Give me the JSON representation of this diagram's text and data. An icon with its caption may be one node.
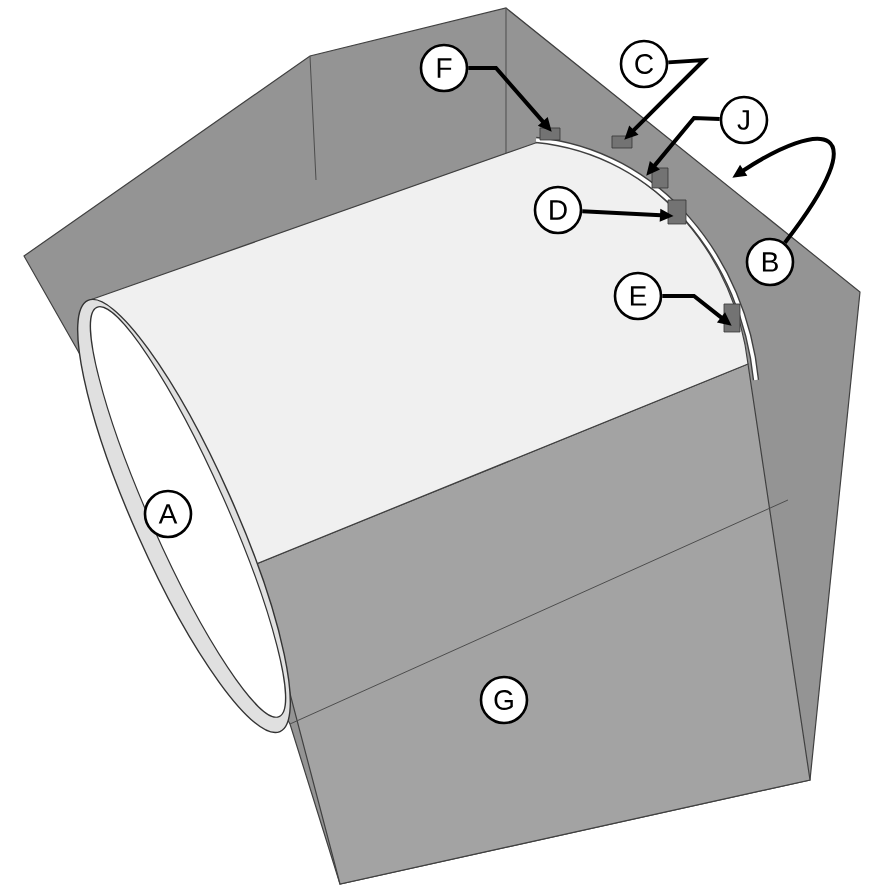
{
  "diagram": {
    "nodes": [
      {
        "text": [
          "F"
        ]
      },
      {
        "text": [
          "C"
        ]
      },
      {
        "text": [
          "J"
        ]
      },
      {
        "text": [
          "D"
        ]
      },
      {
        "text": [
          "B"
        ]
      },
      {
        "text": [
          "E"
        ]
      },
      {
        "text": [
          "A"
        ]
      },
      {
        "text": [
          "G"
        ]
      }
    ],
    "edges": [
      {
        "from": 0,
        "to": null,
        "arrow": "to"
      },
      {
        "from": 1,
        "to": null,
        "arrow": "to"
      },
      {
        "from": 2,
        "to": null,
        "arrow": "to"
      },
      {
        "from": 3,
        "to": null,
        "arrow": "to"
      },
      {
        "from": 4,
        "to": null,
        "arrow": "to"
      },
      {
        "from": 5,
        "to": null,
        "arrow": "to"
      }
    ]
  }
}
